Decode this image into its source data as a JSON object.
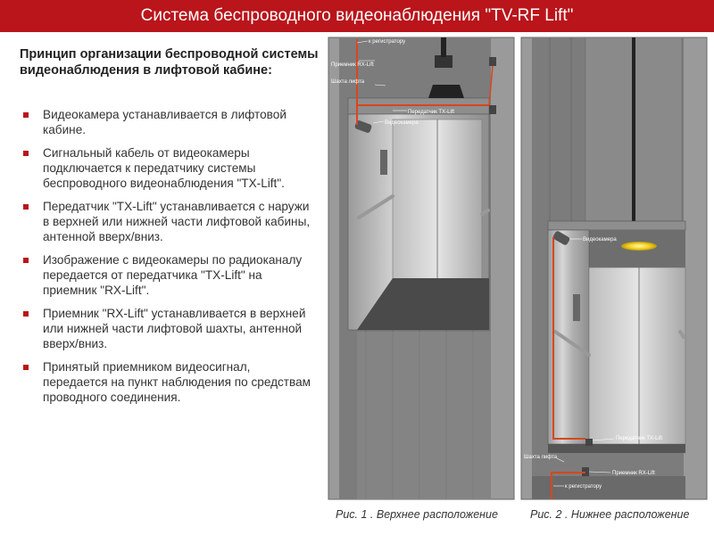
{
  "title": "Система беспроводного видеонаблюдения \"TV-RF Lift\"",
  "subtitle": "Принцип организации беспроводной системы видеонаблюдения в лифтовой кабине:",
  "bullets": [
    "Видеокамера устанавливается в лифтовой кабине.",
    "Сигнальный кабель от видеокамеры подключается к передатчику системы беспроводного видеонаблюдения \"TX-Lift\".",
    "Передатчик \"TX-Lift\" устанавливается с наружи в верхней или нижней части лифтовой кабины, антенной вверх/вниз.",
    "Изображение с видеокамеры по радиоканалу передается от передатчика \"TX-Lift\" на приемник \"RX-Lift\".",
    "Приемник \"RX-Lift\" устанавливается в верхней или нижней части лифтовой шахты, антенной вверх/вниз.",
    "Принятый приемником видеосигнал, передается на пункт наблюдения по средствам проводного соединения."
  ],
  "fig1": {
    "caption": "Рис. 1 . Верхнее расположение",
    "labels": {
      "recorder": "к регистратору",
      "receiver": "Приемник RX-Lift",
      "shaft": "Шахта лифта",
      "transmitter": "Передатчик TX-Lift",
      "camera": "Видеокамера"
    }
  },
  "fig2": {
    "caption": "Рис. 2 . Нижнее расположение",
    "labels": {
      "camera": "Видеокамера",
      "transmitter": "Передатчик TX-Lift",
      "shaft": "Шахта лифта",
      "receiver": "Приемник RX-Lift",
      "recorder": "к регистратору"
    }
  },
  "colors": {
    "accent": "#b9151b",
    "cable": "#d9461e",
    "shaft_wall": "#8a8a8a",
    "cabin": "#b5b5b5",
    "lamp": "#f5d020"
  }
}
